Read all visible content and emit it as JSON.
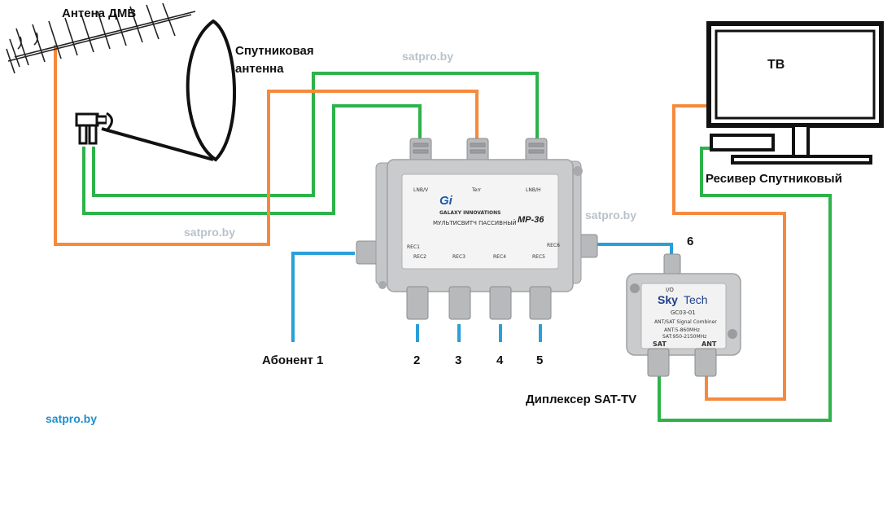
{
  "labels": {
    "terrestrial_antenna": "Антена ДМВ",
    "satellite_antenna_1": "Спутниковая",
    "satellite_antenna_2": "антенна",
    "tv": "ТВ",
    "satellite_receiver": "Ресивер Спутниковый",
    "subscriber_1": "Абонент 1",
    "port_2": "2",
    "port_3": "3",
    "port_4": "4",
    "port_5": "5",
    "port_6": "6",
    "diplexer": "Диплексер SAT-TV"
  },
  "watermarks": {
    "top": "satpro.by",
    "middle": "satpro.by",
    "right": "satpro.by",
    "bottom_left": "satpro.by"
  },
  "multiswitch": {
    "brand": "GALAXY INNOVATIONS",
    "title": "МУЛЬТИСВИТЧ ПАССИВНЫЙ",
    "model": "MP-36",
    "input_lnb_v": "LNB/V",
    "input_terr": "Terr",
    "input_lnb_h": "LNB/H",
    "output_1": "REC1",
    "output_2": "REC2",
    "output_3": "REC3",
    "output_4": "REC4",
    "output_5": "REC5",
    "output_6": "REC6"
  },
  "diplexer_device": {
    "io_label": "I/O",
    "brand_sky": "Sky",
    "brand_tech": "Tech",
    "model": "GC03-01",
    "subtitle": "ANT/SAT Signal Combiner",
    "spec_ant": "ANT:5-860MHz",
    "spec_sat": "SAT:950-2150MHz",
    "port_sat": "SAT",
    "port_ant": "ANT"
  },
  "colors": {
    "green_cable": "#2db34a",
    "orange_cable": "#f58a3c",
    "blue_cable": "#2a9fd8",
    "watermark": "#b9c2cc",
    "watermark_blue": "#1f8fd0"
  }
}
